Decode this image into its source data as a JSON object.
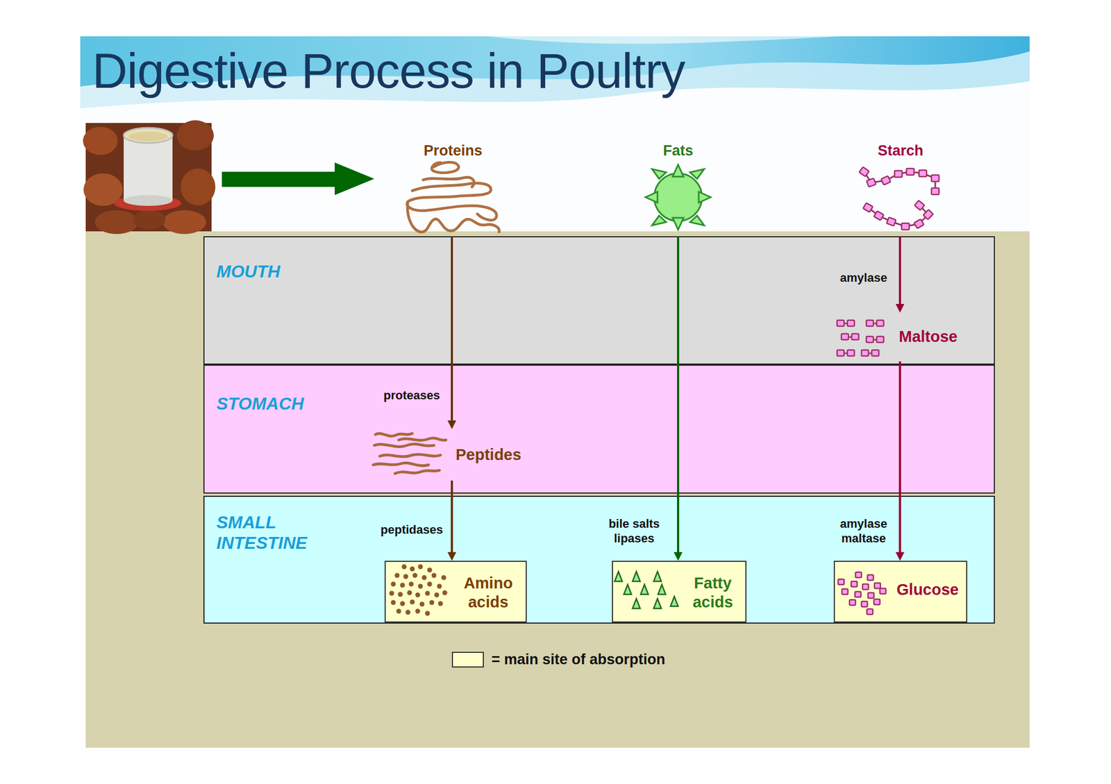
{
  "diagram": {
    "title": "Digestive Process in Poultry",
    "nodes": [
      {
        "text": [
          "Proteins"
        ]
      },
      {
        "text": [
          "Fats"
        ]
      },
      {
        "text": [
          "Starch"
        ]
      },
      {
        "text": [
          "MOUTH"
        ]
      },
      {
        "text": [
          "Maltose"
        ],
        "in": 3
      },
      {
        "text": [
          "STOMACH"
        ]
      },
      {
        "text": [
          "Peptides"
        ],
        "in": 5
      },
      {
        "text": [
          "SMALL INTESTINE"
        ]
      },
      {
        "text": [
          "Amino acids"
        ],
        "in": 7
      },
      {
        "text": [
          "Fatty acids"
        ],
        "in": 7
      },
      {
        "text": [
          "Glucose"
        ],
        "in": 7
      }
    ],
    "edges": [
      {
        "from": 0,
        "to": 6,
        "label": "proteases",
        "arrow": "to"
      },
      {
        "from": 6,
        "to": 8,
        "label": "peptidases",
        "arrow": "to"
      },
      {
        "from": 1,
        "to": 9,
        "label": "bile salts lipases",
        "arrow": "to"
      },
      {
        "from": 2,
        "to": 4,
        "label": "amylase",
        "arrow": "to"
      },
      {
        "from": 4,
        "to": 10,
        "label": "amylase maltase",
        "arrow": "to"
      }
    ],
    "legend": [
      {
        "text": "= main site of absorption",
        "color": "#ffffcc"
      }
    ]
  }
}
